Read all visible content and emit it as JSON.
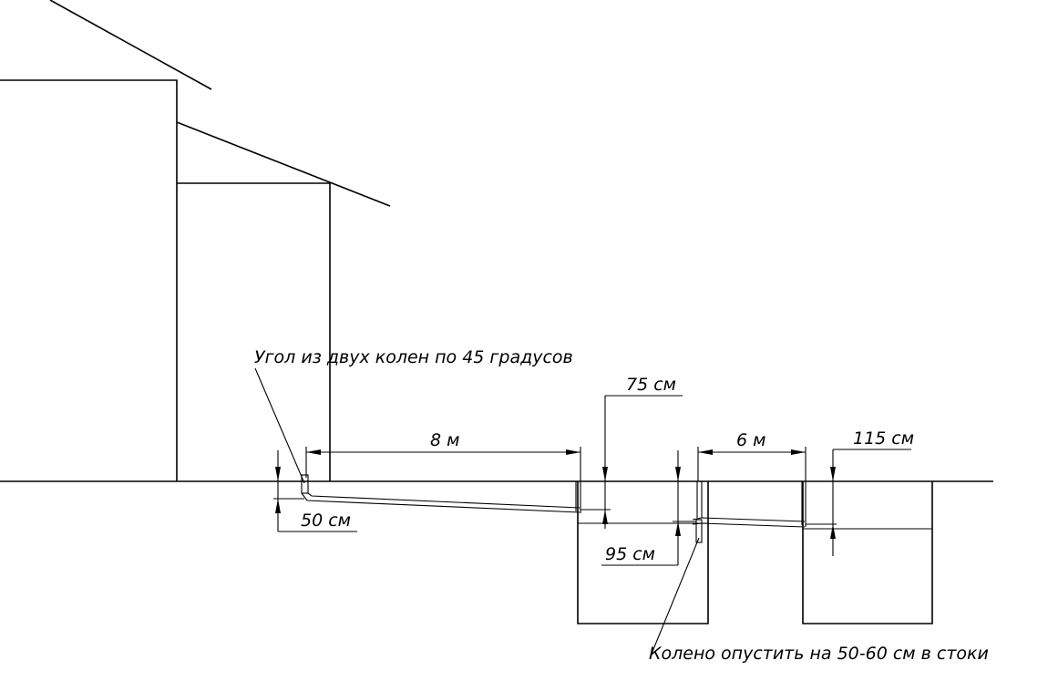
{
  "labels": {
    "corner_note": "Угол из двух колен по 45 градусов",
    "knee_note": "Колено опустить на 50-60 см в стоки",
    "dim_8m": "8 м",
    "dim_6m": "6 м",
    "dim_50cm": "50 см",
    "dim_75cm": "75 см",
    "dim_95cm": "95 см",
    "dim_115cm": "115 см"
  },
  "colors": {
    "line": "#000000",
    "background": "#ffffff"
  }
}
